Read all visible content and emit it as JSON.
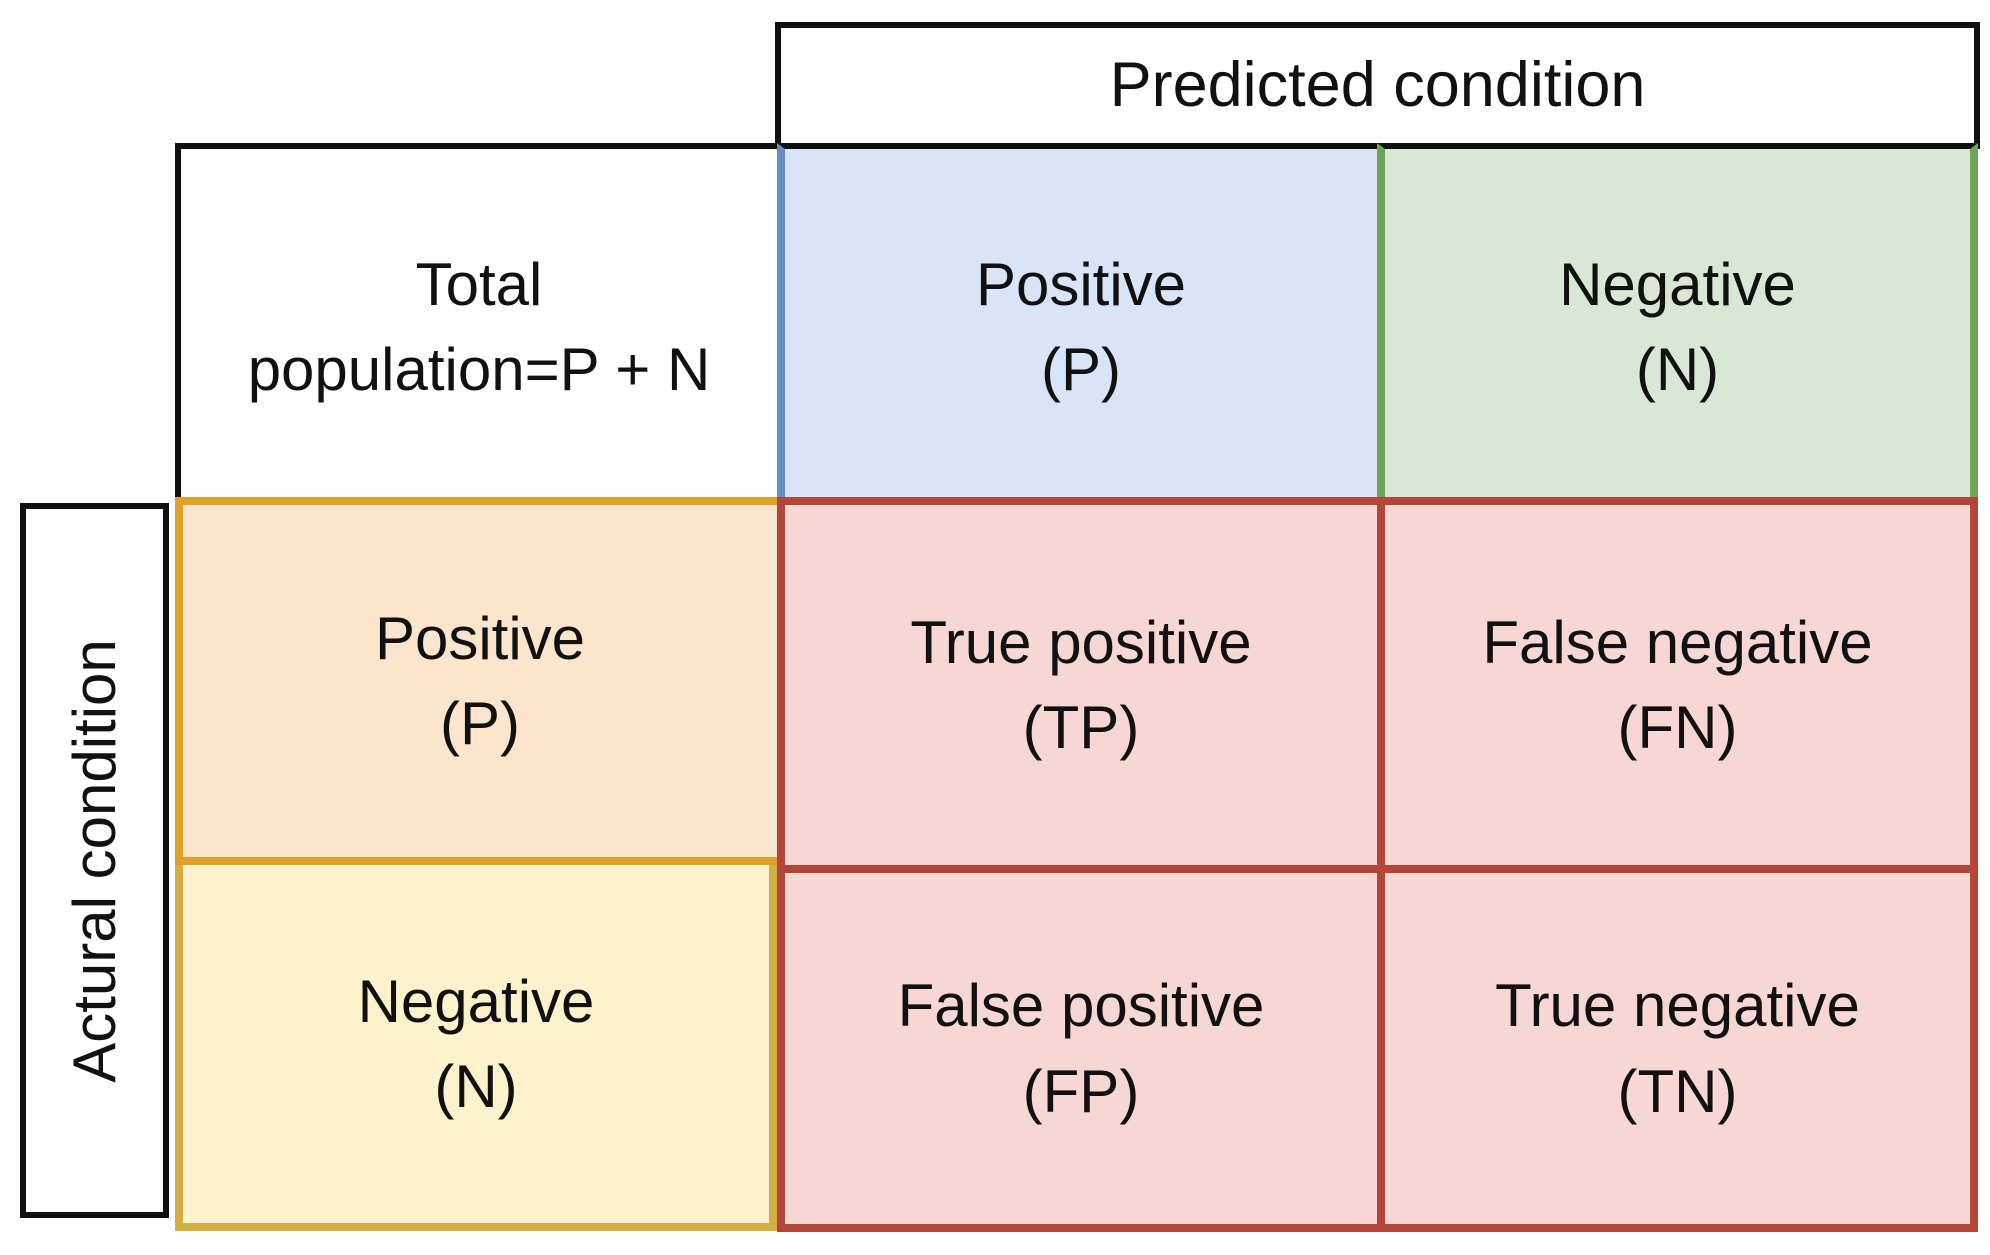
{
  "matrix": {
    "predicted_header": "Predicted condition",
    "actual_header": "Actural condition",
    "corner": {
      "line1": "Total",
      "line2": "population=P + N"
    },
    "predicted": {
      "positive": {
        "line1": "Positive",
        "line2": "(P)"
      },
      "negative": {
        "line1": "Negative",
        "line2": "(N)"
      }
    },
    "actual": {
      "positive": {
        "line1": "Positive",
        "line2": "(P)"
      },
      "negative": {
        "line1": "Negative",
        "line2": "(N)"
      }
    },
    "cells": {
      "tp": {
        "line1": "True positive",
        "line2": "(TP)"
      },
      "fn": {
        "line1": "False negative",
        "line2": "(FN)"
      },
      "fp": {
        "line1": "False positive",
        "line2": "(FP)"
      },
      "tn": {
        "line1": "True negative",
        "line2": "(TN)"
      }
    },
    "colors": {
      "line_black": "#101010",
      "blue_fill": "#d8e4f7",
      "blue_border": "#688cc4",
      "green_fill": "#d9e8d5",
      "green_border": "#6fa558",
      "orange_fill": "#fce5cd",
      "orange_border": "#dfa12b",
      "yellow_fill": "#fdf2cc",
      "yellow_border": "#d4ad44",
      "red_fill": "#f7d7d4",
      "red_border": "#b2463a",
      "text": "#111111"
    }
  }
}
